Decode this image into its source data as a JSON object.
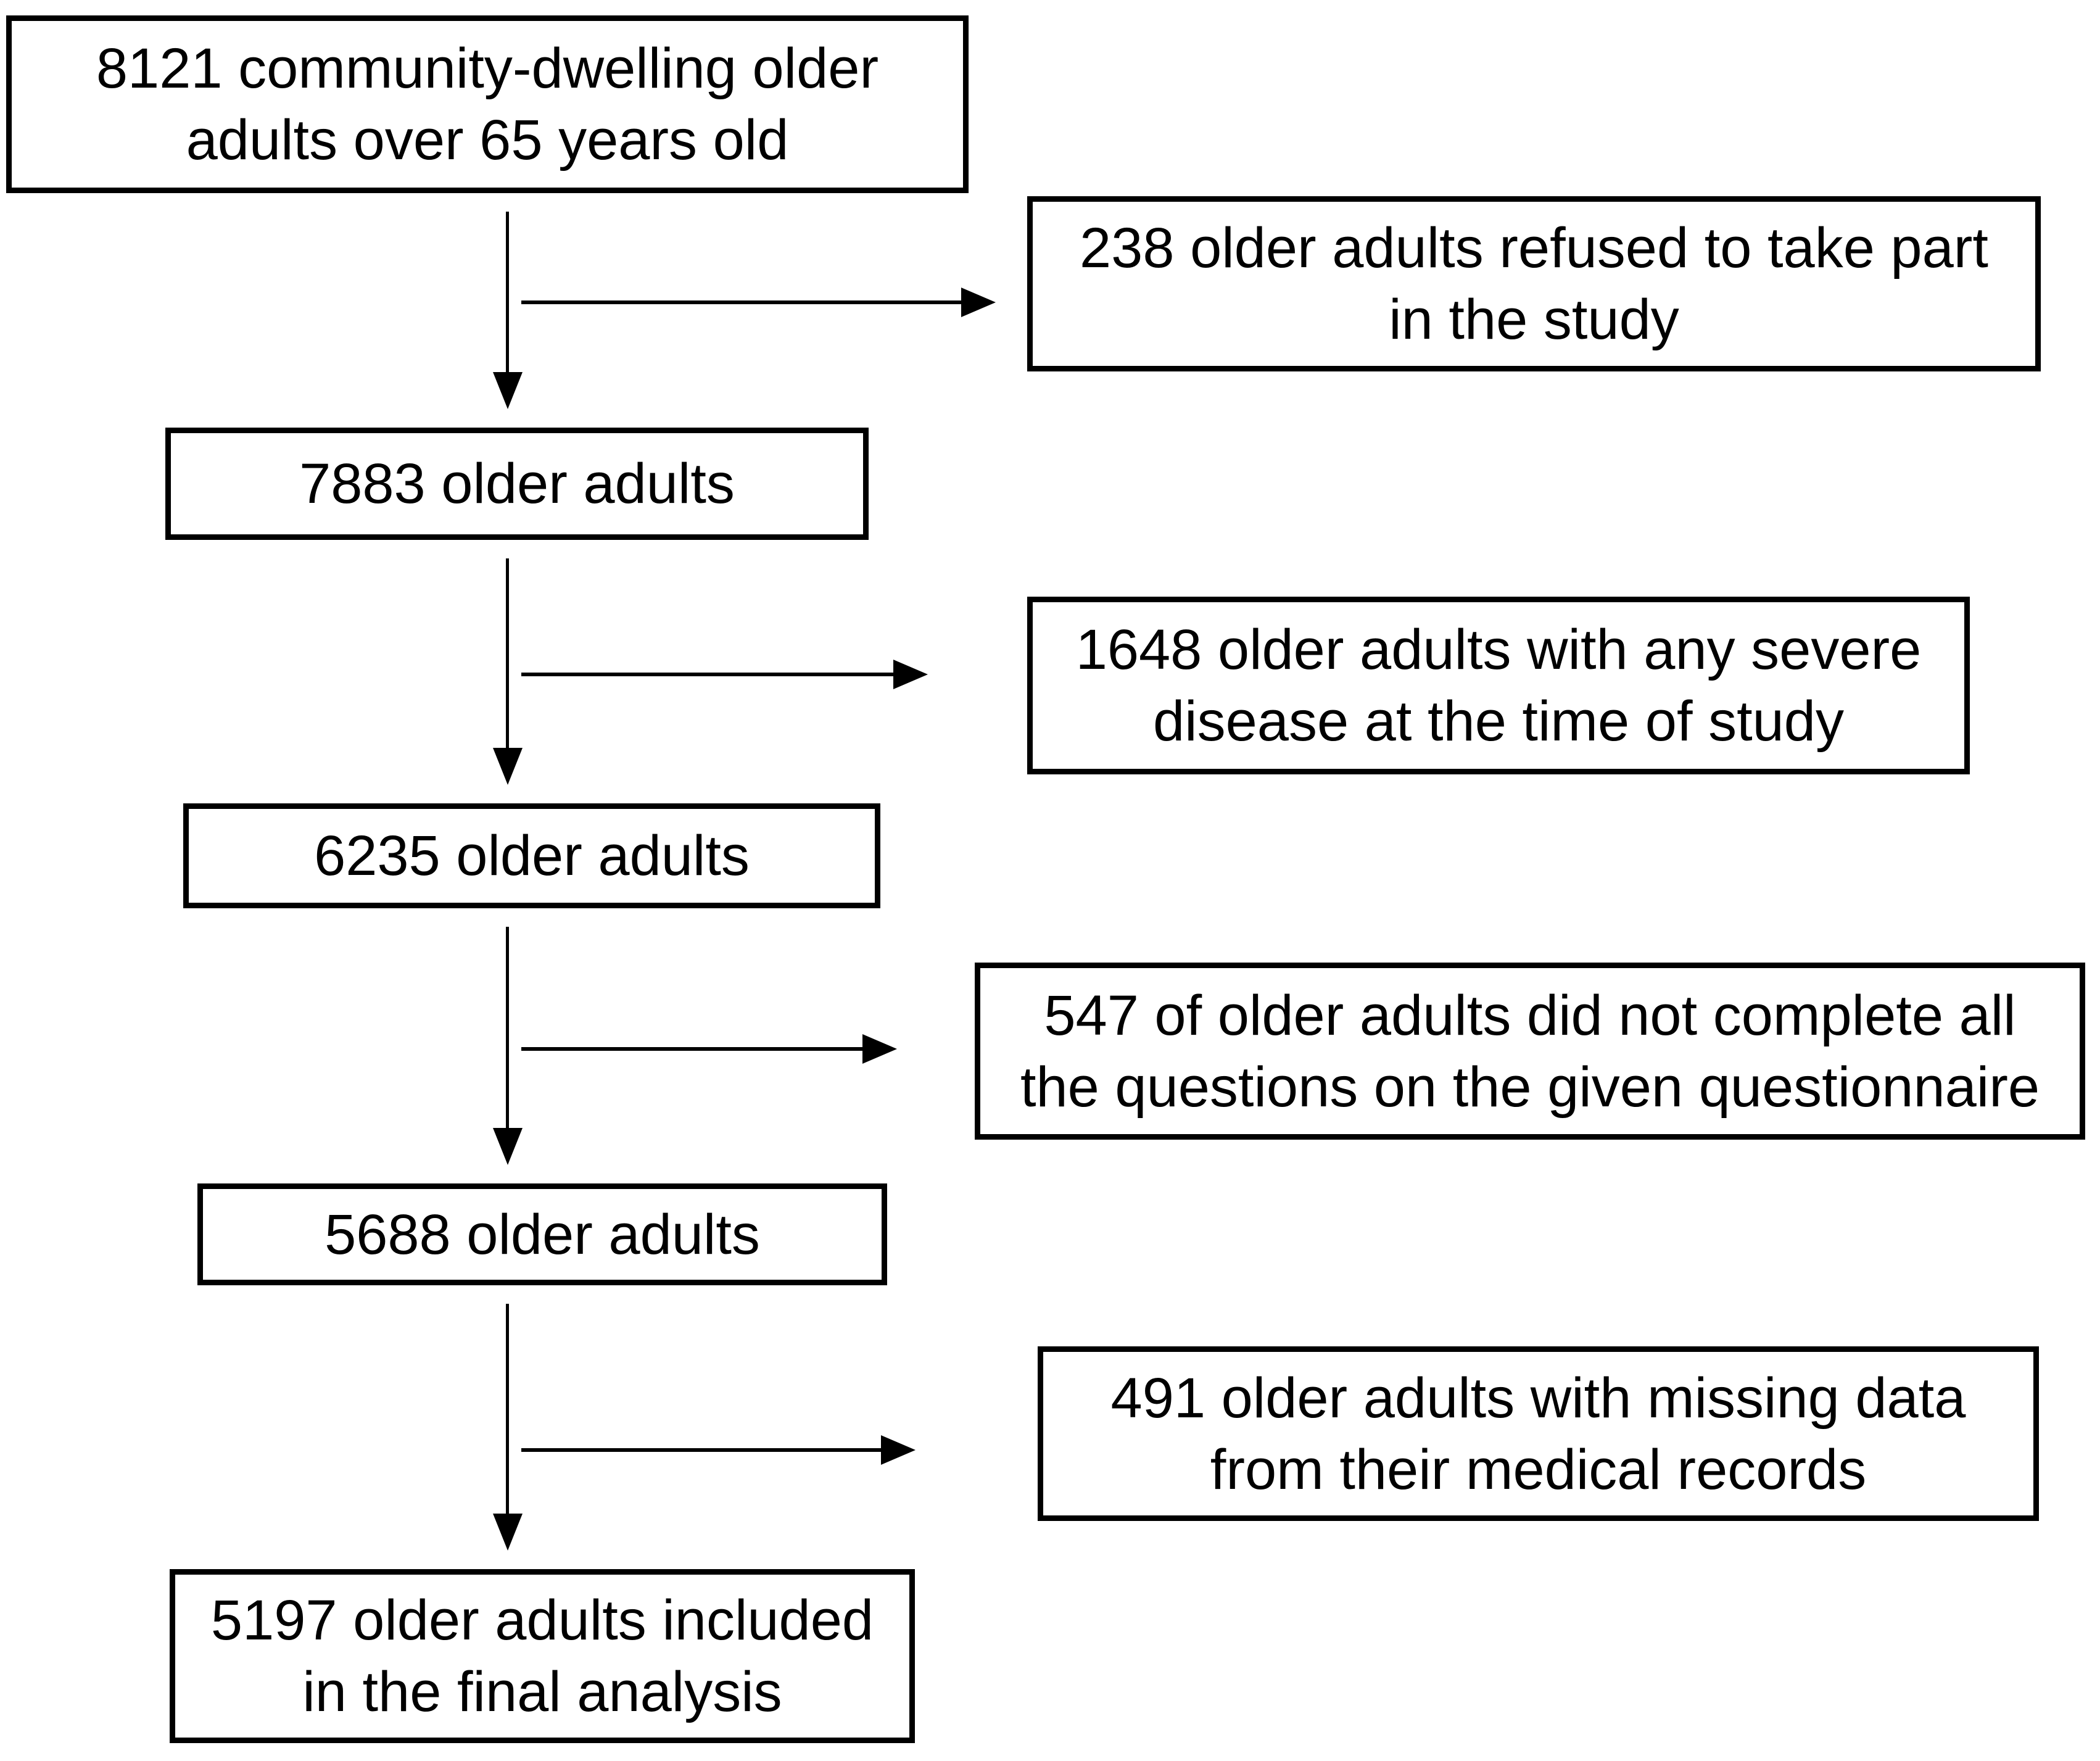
{
  "flow": {
    "colors": {
      "background": "#ffffff",
      "border": "#000000",
      "text": "#000000",
      "arrow": "#000000"
    },
    "main_boxes": [
      {
        "text": "8121 community-dwelling older\nadults over 65 years old"
      },
      {
        "text": "7883 older adults"
      },
      {
        "text": "6235 older adults"
      },
      {
        "text": "5688 older adults"
      },
      {
        "text": "5197 older adults included\nin the final analysis"
      }
    ],
    "exclusion_boxes": [
      {
        "text": "238 older adults refused to take part\nin the study"
      },
      {
        "text": "1648 older adults with any severe\ndisease at the time of study"
      },
      {
        "text": "547 of older adults did not complete all\nthe questions on the given questionnaire"
      },
      {
        "text": "491 older adults with missing data\nfrom their medical records"
      }
    ]
  }
}
